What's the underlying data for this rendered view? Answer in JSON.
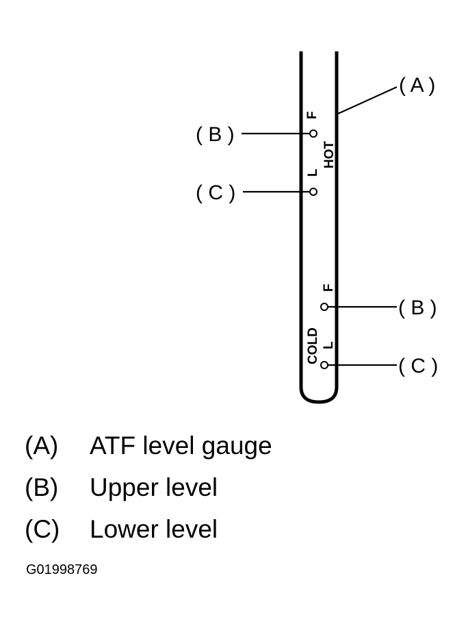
{
  "callouts": {
    "a": "( A )",
    "b_hot": "( B )",
    "c_hot": "( C )",
    "b_cold": "( B )",
    "c_cold": "( C )"
  },
  "gauge_marks": {
    "hot": {
      "label": "HOT",
      "full": "F",
      "low": "L"
    },
    "cold": {
      "label": "COLD",
      "full": "F",
      "low": "L"
    }
  },
  "legend": [
    {
      "key": "(A)",
      "text": "ATF level gauge"
    },
    {
      "key": "(B)",
      "text": "Upper level"
    },
    {
      "key": "(C)",
      "text": "Lower level"
    }
  ],
  "figure_code": "G01998769"
}
